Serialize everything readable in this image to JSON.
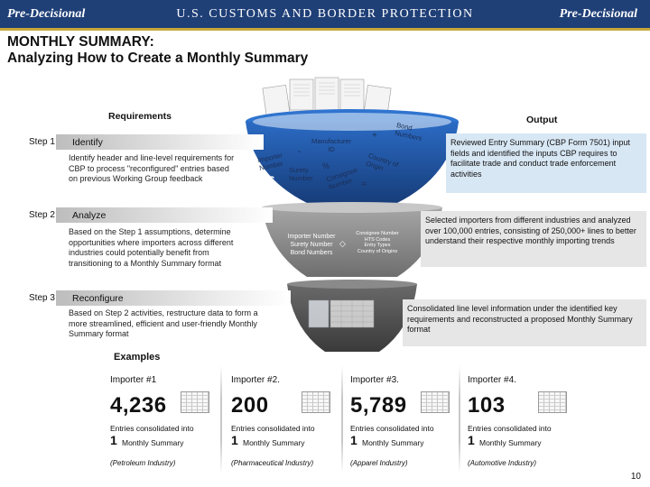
{
  "header": {
    "left_marking": "Pre-Decisional",
    "agency": "U.S. CUSTOMS AND BORDER PROTECTION",
    "right_marking": "Pre-Decisional"
  },
  "title": {
    "line1": "MONTHLY SUMMARY:",
    "line2": "Analyzing How to Create a Monthly Summary"
  },
  "column_headers": {
    "requirements": "Requirements",
    "output": "Output"
  },
  "steps": [
    {
      "label": "Step 1",
      "name": "Identify",
      "text": "Identify header and line-level requirements for CBP to process \"reconfigured\" entries based on previous Working Group feedback",
      "output": "Reviewed Entry Summary (CBP Form 7501) input fields and identified the inputs CBP requires to facilitate trade and conduct trade enforcement activities"
    },
    {
      "label": "Step 2",
      "name": "Analyze",
      "text": "Based on the Step 1 assumptions, determine opportunities where importers across different industries could potentially benefit from transitioning to a Monthly Summary format",
      "output": "Selected importers from different industries and analyzed over 100,000 entries, consisting of 250,000+ lines to better understand their respective monthly importing trends"
    },
    {
      "label": "Step 3",
      "name": "Reconfigure",
      "text": "Based on Step 2 activities, restructure data to form a more streamlined, efficient and user-friendly Monthly Summary format",
      "output": "Consolidated line level information under the identified key requirements and reconstructed a proposed Monthly Summary format"
    }
  ],
  "funnel_top": {
    "importer_number": "Importer Number",
    "manufacturer_id": "Manufacturer ID",
    "bond_numbers": "Bond Numbers",
    "surety_number": "Surety Number",
    "country_of_origin": "Country of Origin",
    "consignee_number": "Consignee Number",
    "dollar_sign": "$",
    "percent_sign": "%",
    "plus_sign": "+",
    "minus_sign": "-",
    "equals_sign": "="
  },
  "funnel_mid": {
    "left_lines": [
      "Importer Number",
      "Surety Number",
      "Bond Numbers"
    ],
    "right_lines": [
      "Consignee Number",
      "HTS Codes",
      "Entry Types",
      "Country of Origins"
    ]
  },
  "examples": {
    "label": "Examples",
    "importers": [
      {
        "name": "Importer #1",
        "count": "4,236",
        "consolidated": "Entries consolidated into",
        "one": "1",
        "summary": "Monthly Summary",
        "industry": "(Petroleum Industry)"
      },
      {
        "name": "Importer #2.",
        "count": "200",
        "consolidated": "Entries consolidated into",
        "one": "1",
        "summary": "Monthly Summary",
        "industry": "(Pharmaceutical Industry)"
      },
      {
        "name": "Importer #3.",
        "count": "5,789",
        "consolidated": "Entries consolidated into",
        "one": "1",
        "summary": "Monthly Summary",
        "industry": "(Apparel Industry)"
      },
      {
        "name": "Importer #4.",
        "count": "103",
        "consolidated": "Entries consolidated into",
        "one": "1",
        "summary": "Monthly Summary",
        "industry": "(Automotive Industry)"
      }
    ]
  },
  "page_number": "10",
  "colors": {
    "banner": "#1f3f77",
    "funnel_top": "#1f4e96",
    "funnel_mid": "#8c8c8c",
    "funnel_bottom": "#555555",
    "output_blue": "#d8e7f4",
    "output_grey": "#e6e6e6"
  }
}
